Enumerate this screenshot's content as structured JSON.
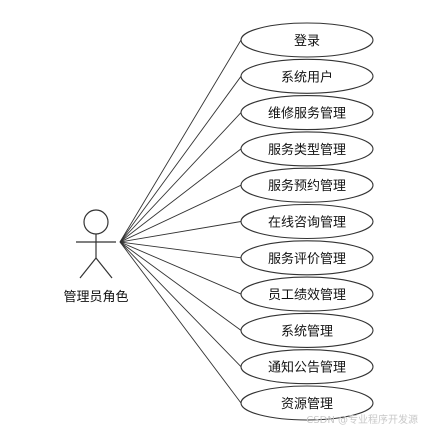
{
  "actor": {
    "label": "管理员角色"
  },
  "use_cases": [
    {
      "label": "登录"
    },
    {
      "label": "系统用户"
    },
    {
      "label": "维修服务管理"
    },
    {
      "label": "服务类型管理"
    },
    {
      "label": "服务预约管理"
    },
    {
      "label": "在线咨询管理"
    },
    {
      "label": "服务评价管理"
    },
    {
      "label": "员工绩效管理"
    },
    {
      "label": "系统管理"
    },
    {
      "label": "通知公告管理"
    },
    {
      "label": "资源管理"
    }
  ],
  "watermark": {
    "text": "CSDN @专业程序开发源"
  },
  "colors": {
    "stroke": "#333333",
    "ellipse_fill": "#ffffff",
    "text": "#111111",
    "watermark": "#c8c8c8"
  }
}
